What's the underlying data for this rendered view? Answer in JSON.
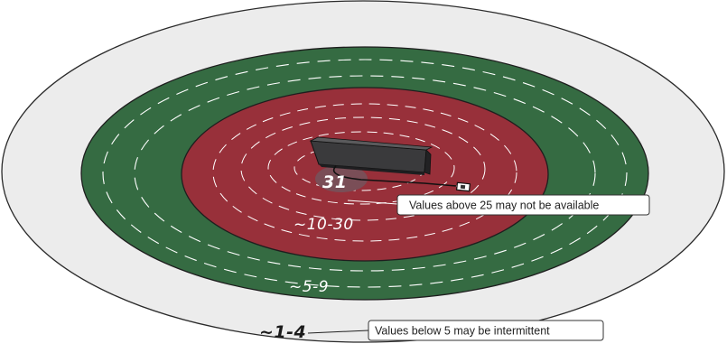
{
  "zones": {
    "outer_label": "~1-4",
    "green_label": "~5-9",
    "red_label": "~10-30",
    "center_label": "31"
  },
  "callouts": {
    "upper_note": "Values above 25 may not be available",
    "lower_note": "Values below 5 may be intermittent"
  },
  "colors": {
    "outer_zone": "#ececec",
    "green_zone": "#356b42",
    "red_zone": "#98303a",
    "center_spot": "#7a4e57",
    "device": "#2b2b2d"
  },
  "icons": [
    "sensor-device-icon"
  ]
}
